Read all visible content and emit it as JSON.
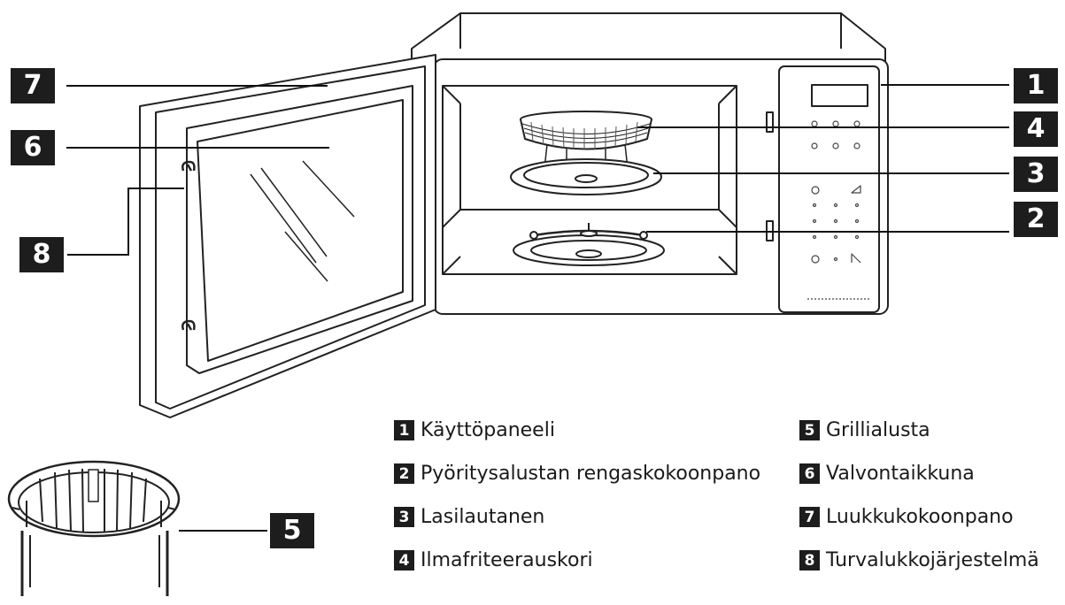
{
  "callouts": [
    {
      "number": "1"
    },
    {
      "number": "2"
    },
    {
      "number": "3"
    },
    {
      "number": "4"
    },
    {
      "number": "5"
    },
    {
      "number": "6"
    },
    {
      "number": "7"
    },
    {
      "number": "8"
    }
  ],
  "legend": [
    {
      "number": "1",
      "label": "Käyttöpaneeli"
    },
    {
      "number": "2",
      "label": "Pyöritysalustan rengaskokoonpano"
    },
    {
      "number": "3",
      "label": "Lasilautanen"
    },
    {
      "number": "4",
      "label": "Ilmafriteerauskori"
    },
    {
      "number": "5",
      "label": "Grillialusta"
    },
    {
      "number": "6",
      "label": "Valvontaikkuna"
    },
    {
      "number": "7",
      "label": "Luukkukokoonpano"
    },
    {
      "number": "8",
      "label": "Turvalukkojärjestelmä"
    }
  ]
}
